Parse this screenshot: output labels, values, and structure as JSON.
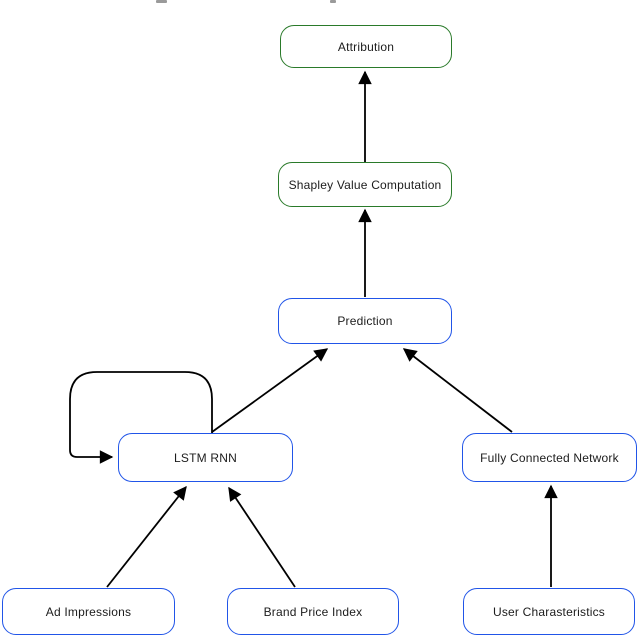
{
  "figure": {
    "type": "flowchart",
    "description": "Model architecture diagram: input features feed an LSTM RNN (with recurrent self-loop) and a Fully Connected Network, which feed Prediction, then Shapley Value Computation, then Attribution."
  },
  "colors": {
    "green_border": "#2a7a2a",
    "blue_border": "#2155e8",
    "arrow_color": "#000000",
    "text_color": "#1c1c1c",
    "background": "#ffffff"
  },
  "nodes": [
    {
      "id": "attribution",
      "label": "Attribution",
      "style": "green"
    },
    {
      "id": "shapley",
      "label": "Shapley Value Computation",
      "style": "green"
    },
    {
      "id": "prediction",
      "label": "Prediction",
      "style": "blue"
    },
    {
      "id": "lstm",
      "label": "LSTM RNN",
      "style": "blue"
    },
    {
      "id": "fcn",
      "label": "Fully Connected Network",
      "style": "blue"
    },
    {
      "id": "ad_impressions",
      "label": "Ad Impressions",
      "style": "blue"
    },
    {
      "id": "brand_price_index",
      "label": "Brand Price Index",
      "style": "blue"
    },
    {
      "id": "user_characteristics",
      "label": "User Charasteristics",
      "style": "blue"
    }
  ],
  "edges": [
    {
      "from": "shapley",
      "to": "attribution"
    },
    {
      "from": "prediction",
      "to": "shapley"
    },
    {
      "from": "lstm",
      "to": "prediction"
    },
    {
      "from": "fcn",
      "to": "prediction"
    },
    {
      "from": "lstm",
      "to": "lstm",
      "note": "recurrent self-loop"
    },
    {
      "from": "ad_impressions",
      "to": "lstm"
    },
    {
      "from": "brand_price_index",
      "to": "lstm"
    },
    {
      "from": "user_characteristics",
      "to": "fcn"
    }
  ]
}
